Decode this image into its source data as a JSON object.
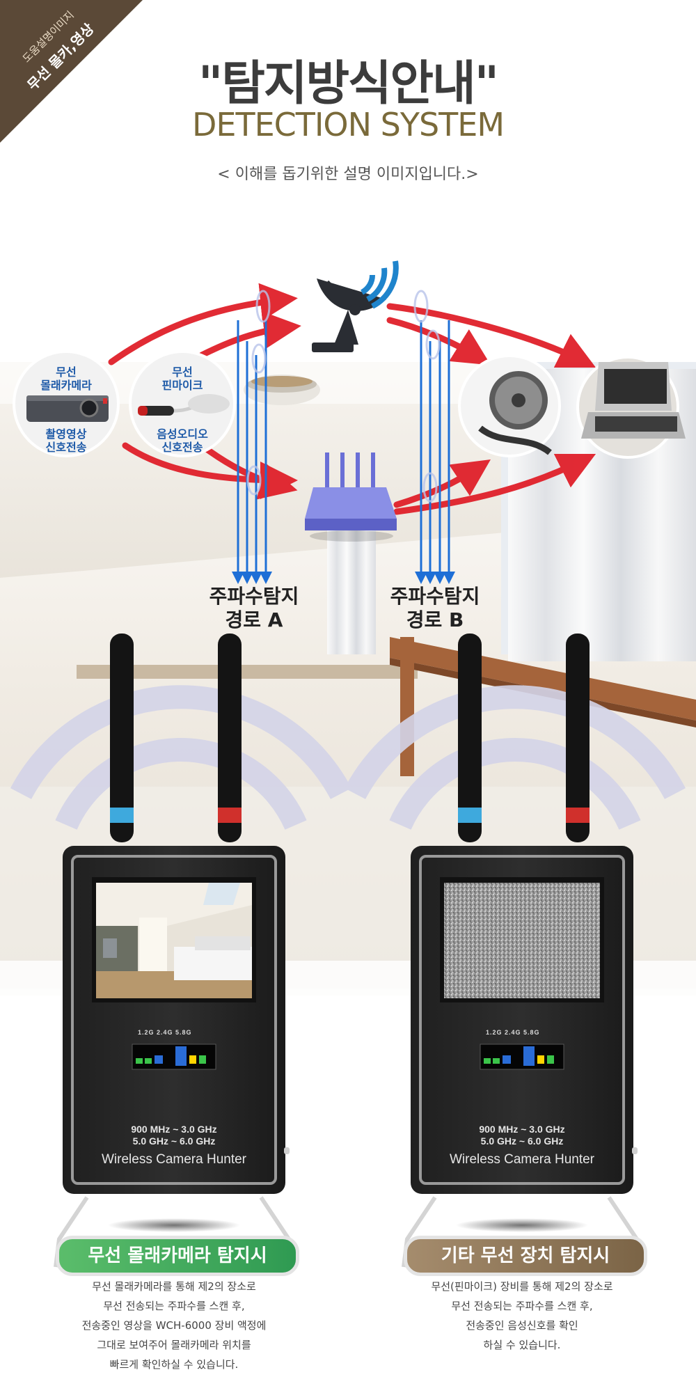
{
  "corner": {
    "line1": "도움설명이미지",
    "line2": "무선 몰카,영상"
  },
  "header": {
    "title": "\"탐지방식안내\"",
    "subtitle": "DETECTION SYSTEM",
    "note": "< 이해를 돕기위한 설명 이미지입니다.>"
  },
  "sources": [
    {
      "top": "무선\n몰래카메라",
      "bottom": "촬영영상\n신호전송"
    },
    {
      "top": "무선\n핀마이크",
      "bottom": "음성오디오\n신호전송"
    }
  ],
  "paths": [
    {
      "line1": "주파수탐지",
      "line2": "경로 A"
    },
    {
      "line1": "주파수탐지",
      "line2": "경로 B"
    }
  ],
  "device": {
    "bands": "1.2G  2.4G  5.8G",
    "freq_line1": "900 MHz ~ 3.0 GHz",
    "freq_line2": "5.0 GHz ~ 6.0 GHz",
    "model": "Wireless Camera Hunter"
  },
  "colors": {
    "pill_green": "#3fae5c",
    "pill_brown": "#8b7457",
    "arrow_red": "#e0202a",
    "signal_blue": "#1e6fd6",
    "router_purple": "#6a6fd6"
  },
  "panels": [
    {
      "pill": "무선 몰래카메라 탐지시",
      "desc": [
        "무선 몰래카메라를 통해 제2의 장소로",
        "무선 전송되는 주파수를 스캔 후,",
        "전송중인 영상을 WCH-6000 장비 액정에",
        "그대로 보여주어 몰래카메라 위치를",
        "빠르게 확인하실 수 있습니다."
      ]
    },
    {
      "pill": "기타 무선 장치 탐지시",
      "desc": [
        "무선(핀마이크) 장비를 통해 제2의 장소로",
        "무선 전송되는 주파수를 스캔 후,",
        "전송중인 음성신호를 확인",
        "하실 수 있습니다."
      ]
    }
  ]
}
